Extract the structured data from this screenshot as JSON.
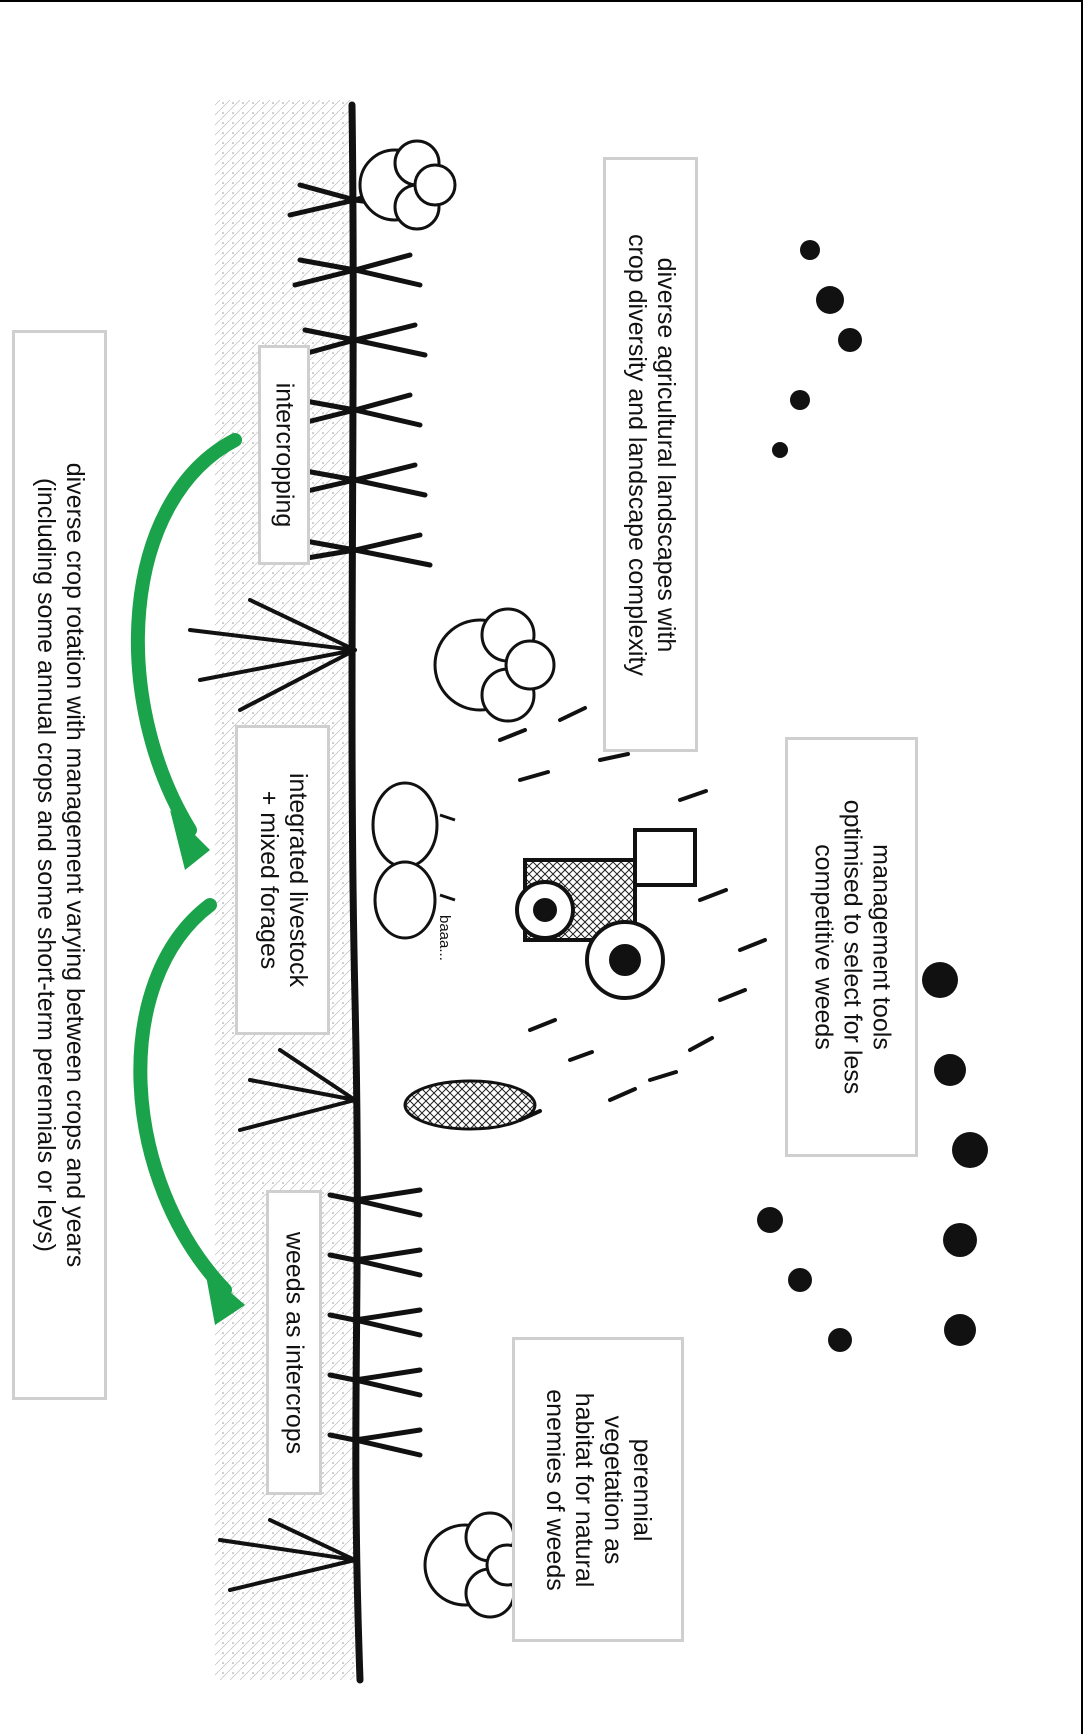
{
  "labels": {
    "intercropping": "intercropping",
    "integrated_livestock_line1": "integrated livestock",
    "integrated_livestock_line2": "+ mixed forages",
    "weeds_as_intercrops": "weeds as intercrops",
    "crop_rotation_line1": "diverse crop rotation with management varying between crops and years",
    "crop_rotation_line2": "(including some annual crops and some short-term perennials or leys)",
    "landscapes_line1": "diverse agricultural landscapes with",
    "landscapes_line2": "crop diversity and landscape complexity",
    "management_tools_line1": "management tools",
    "management_tools_line2": "optimised to select for less",
    "management_tools_line3": "competitive weeds",
    "perennial_line1": "perennial",
    "perennial_line2": "vegetation as",
    "perennial_line3": "habitat for natural",
    "perennial_line4": "enemies of weeds"
  },
  "sheep_sound": "baaa...",
  "colors": {
    "arrow": "#1aa34a",
    "ink": "#111111",
    "box_border": "#cfcfcf"
  }
}
